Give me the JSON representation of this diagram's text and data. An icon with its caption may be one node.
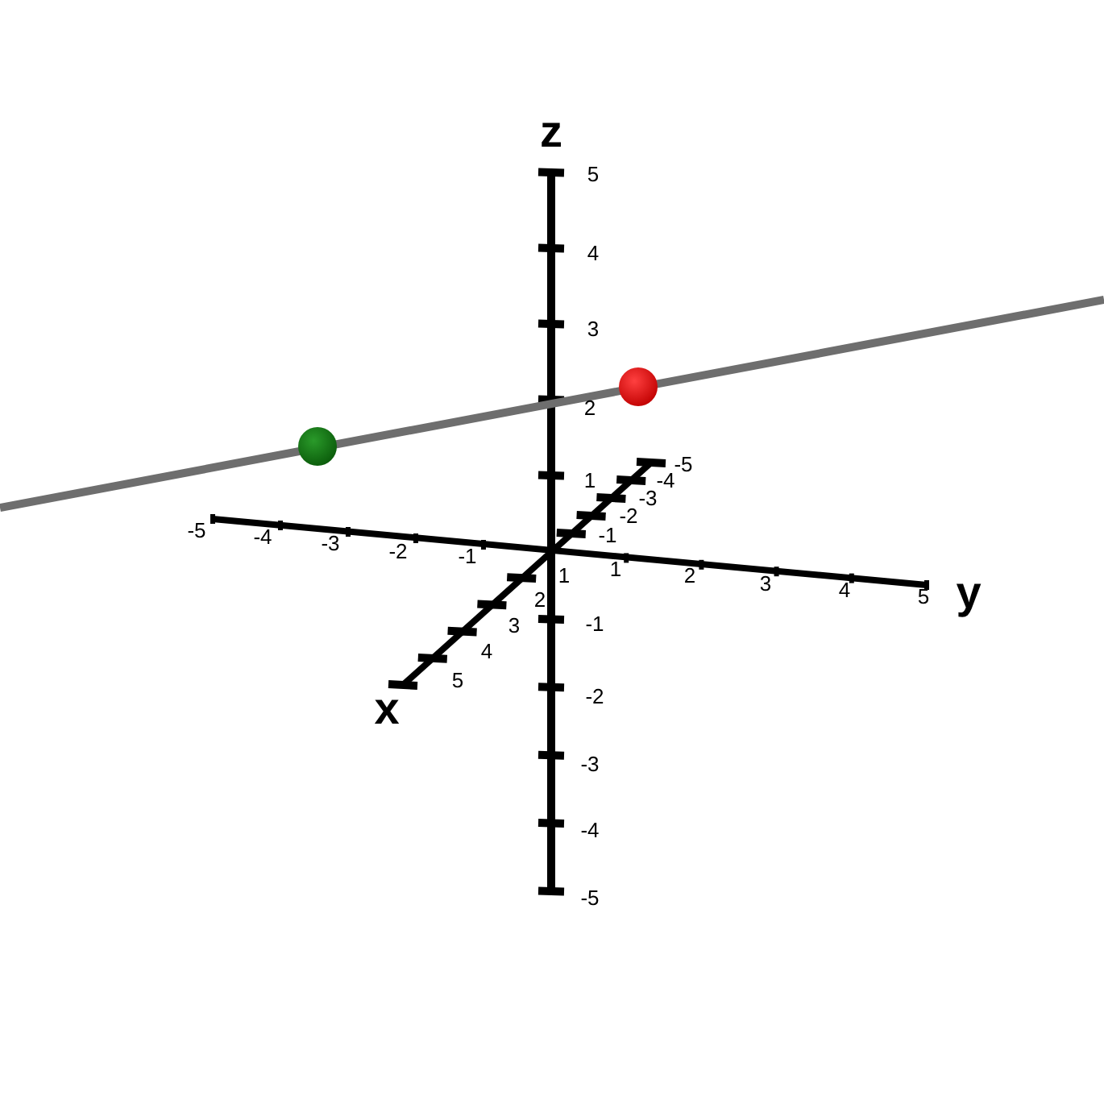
{
  "diagram": {
    "labels": [
      "z",
      "5",
      "4",
      "3",
      "2",
      "1",
      "-5",
      "-4",
      "-3",
      "-2",
      "-1",
      "-5",
      "-4",
      "-3",
      "-2",
      "-1",
      "1",
      "2",
      "3",
      "4",
      "5",
      "y",
      "1",
      "2",
      "3",
      "4",
      "5",
      "x",
      "-1",
      "-2",
      "-3",
      "-4",
      "-5"
    ]
  }
}
